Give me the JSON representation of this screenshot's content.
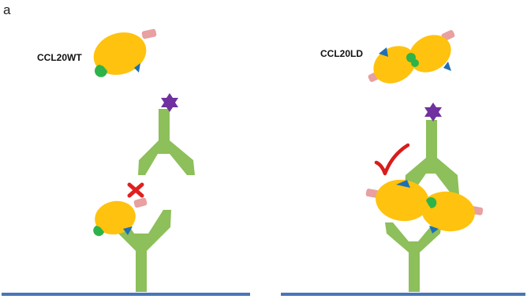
{
  "panel_letter": "a",
  "left_panel": {
    "variant_label": "CCL20WT",
    "binding_mark": "✖",
    "binding_result": "no simultaneous binding"
  },
  "right_panel": {
    "variant_label": "CCL20LD",
    "binding_mark": "✔",
    "binding_result": "simultaneous binding"
  },
  "icons": {
    "chemokine": "chemokine-monomer-icon",
    "antibody": "antibody-icon",
    "detection_label": "star-icon",
    "cross": "cross-mark-icon",
    "check": "check-mark-icon"
  },
  "colors": {
    "chemokine_body": "#FFC20E",
    "chemokine_tail": "#E8A0A0",
    "binding_site_blue": "#1F6FB5",
    "binding_site_green": "#2DB34A",
    "antibody": "#8DBF5A",
    "detection_label": "#7030A0",
    "cross": "#E02020",
    "check": "#D91C1C",
    "surface": "#4A76B8"
  }
}
